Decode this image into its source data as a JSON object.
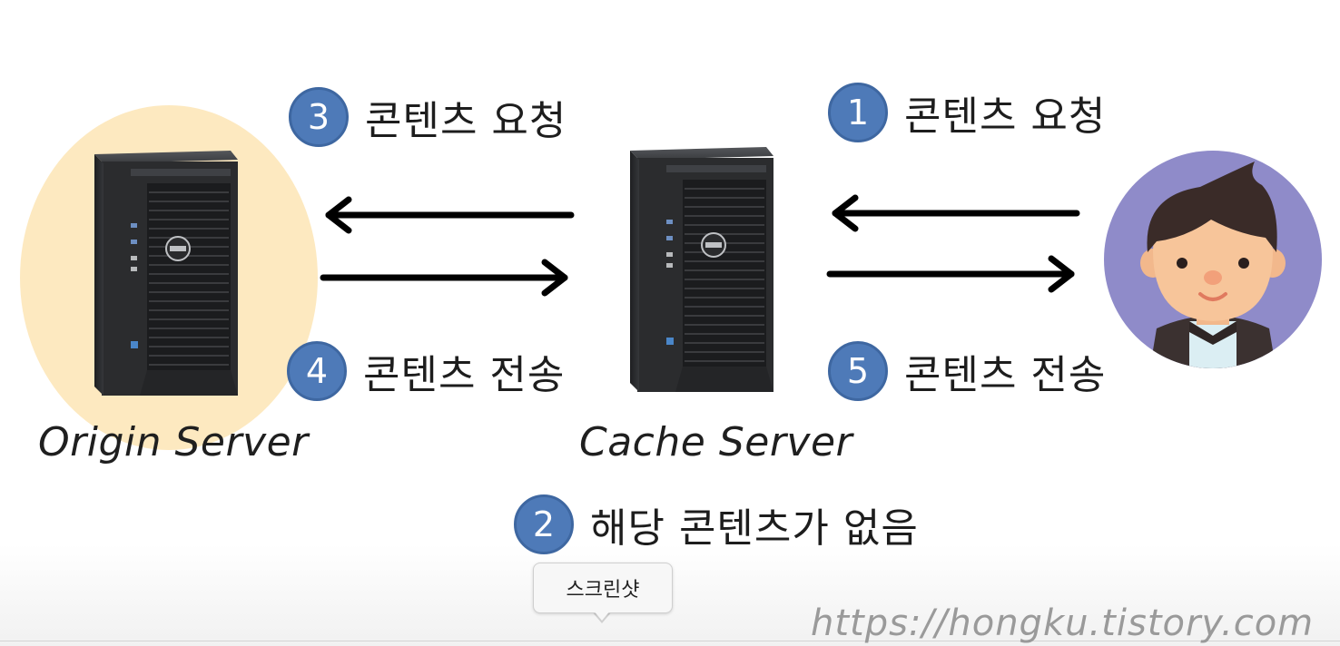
{
  "steps": {
    "step1": {
      "number": "1",
      "text": "콘텐츠 요청"
    },
    "step2": {
      "number": "2",
      "text": "해당 콘텐츠가 없음"
    },
    "step3": {
      "number": "3",
      "text": "콘텐츠 요청"
    },
    "step4": {
      "number": "4",
      "text": "콘텐츠 전송"
    },
    "step5": {
      "number": "5",
      "text": "콘텐츠 전송"
    }
  },
  "servers": {
    "origin_label": "Origin Server",
    "cache_label": "Cache Server"
  },
  "tooltip": {
    "label": "스크린샷"
  },
  "watermark": {
    "text": "https://hongku.tistory.com"
  },
  "colors": {
    "badge": "#4e7ab8",
    "origin_highlight": "#fde9c0",
    "avatar_bg": "#8f8bc9",
    "server_body": "#2b2c2e"
  },
  "icons": [
    "dell-tower-server-icon",
    "user-avatar-icon",
    "arrow-left-icon",
    "arrow-right-icon"
  ]
}
